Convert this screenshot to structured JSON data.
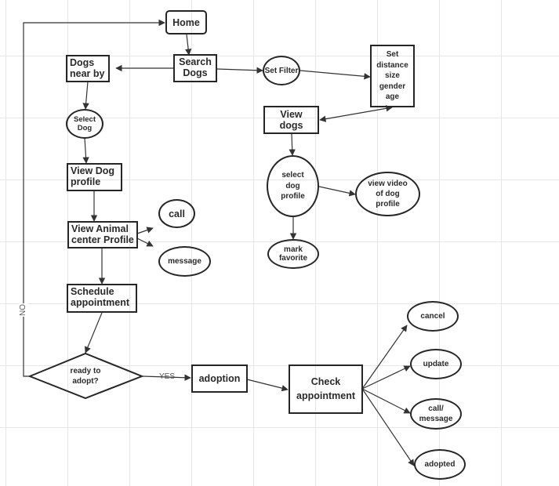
{
  "nodes": {
    "home": "Home",
    "search_dogs": "Search Dogs",
    "dogs_near_by": "Dogs near by",
    "set_filter": "Set Filter",
    "set_criteria": "Set distance size gender age",
    "view_dogs": "View dogs",
    "select_dog": "Select Dog",
    "view_dog_profile": "View Dog profile",
    "select_dog_profile": "select dog profile",
    "view_video": "view  video of dog profile",
    "view_animal_center": "View Animal center Profile",
    "call": "call",
    "message": "message",
    "mark_favorite": "mark favorite",
    "schedule_appointment": "Schedule appointment",
    "ready_to_adopt": "ready to adopt?",
    "adoption": "adoption",
    "check_appointment": "Check appointment",
    "cancel": "cancel",
    "update": "update",
    "call_message": "call/ message",
    "adopted": "adopted"
  },
  "edge_labels": {
    "yes": "YES",
    "no": "NO"
  },
  "colors": {
    "stroke": "#262626",
    "text": "#2a2a2a",
    "grid": "#e6e6e6",
    "edge_label": "#555555"
  }
}
